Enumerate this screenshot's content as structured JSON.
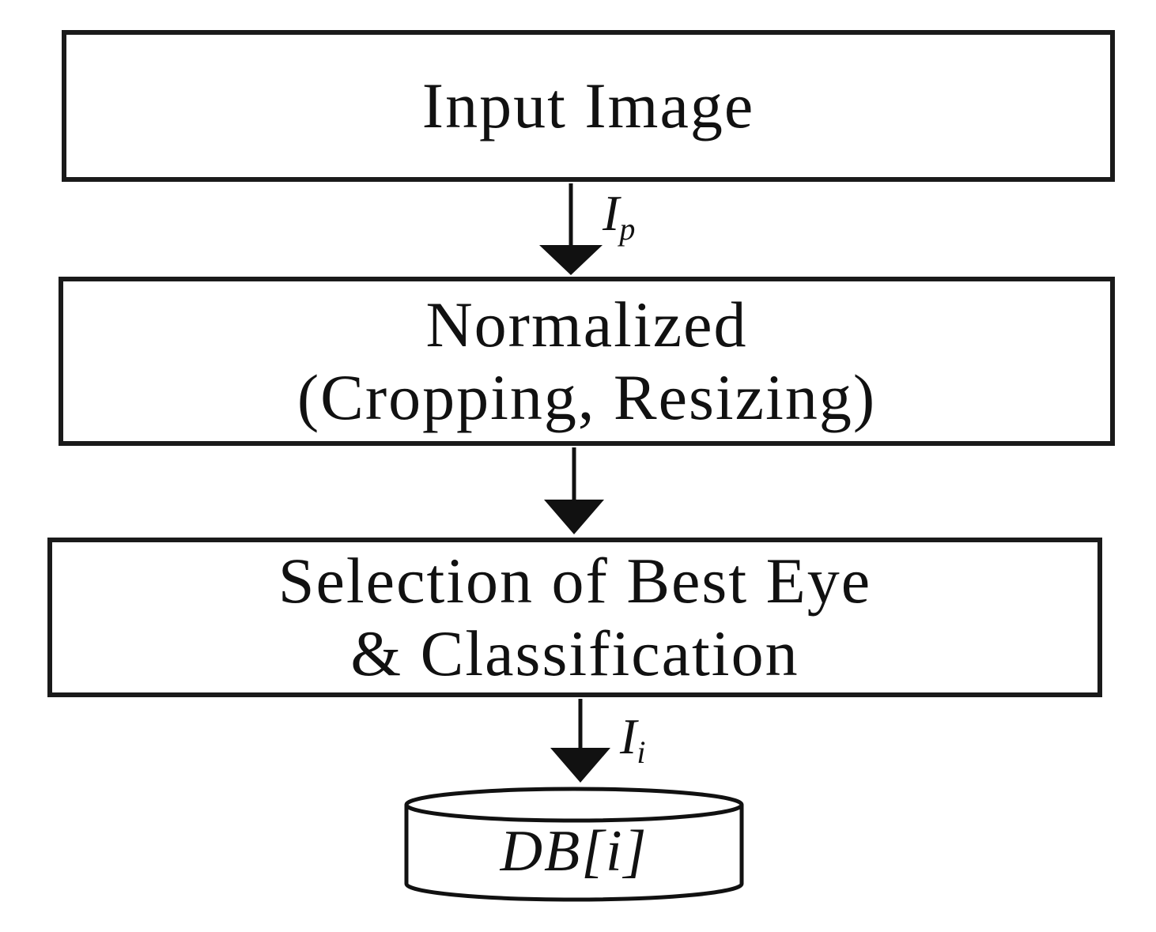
{
  "diagram": {
    "nodes": [
      {
        "id": "input",
        "lines": [
          "Input Image"
        ]
      },
      {
        "id": "normalized",
        "lines": [
          "Normalized",
          "(Cropping, Resizing)"
        ]
      },
      {
        "id": "selection",
        "lines": [
          "Selection of Best Eye",
          "& Classification"
        ]
      },
      {
        "id": "db",
        "lines": [
          "DB[i]"
        ],
        "shape": "cylinder"
      }
    ],
    "edges": [
      {
        "from": "input",
        "to": "normalized",
        "label": {
          "base": "I",
          "sub": "p"
        }
      },
      {
        "from": "normalized",
        "to": "selection",
        "label": null
      },
      {
        "from": "selection",
        "to": "db",
        "label": {
          "base": "I",
          "sub": "i"
        }
      }
    ]
  }
}
